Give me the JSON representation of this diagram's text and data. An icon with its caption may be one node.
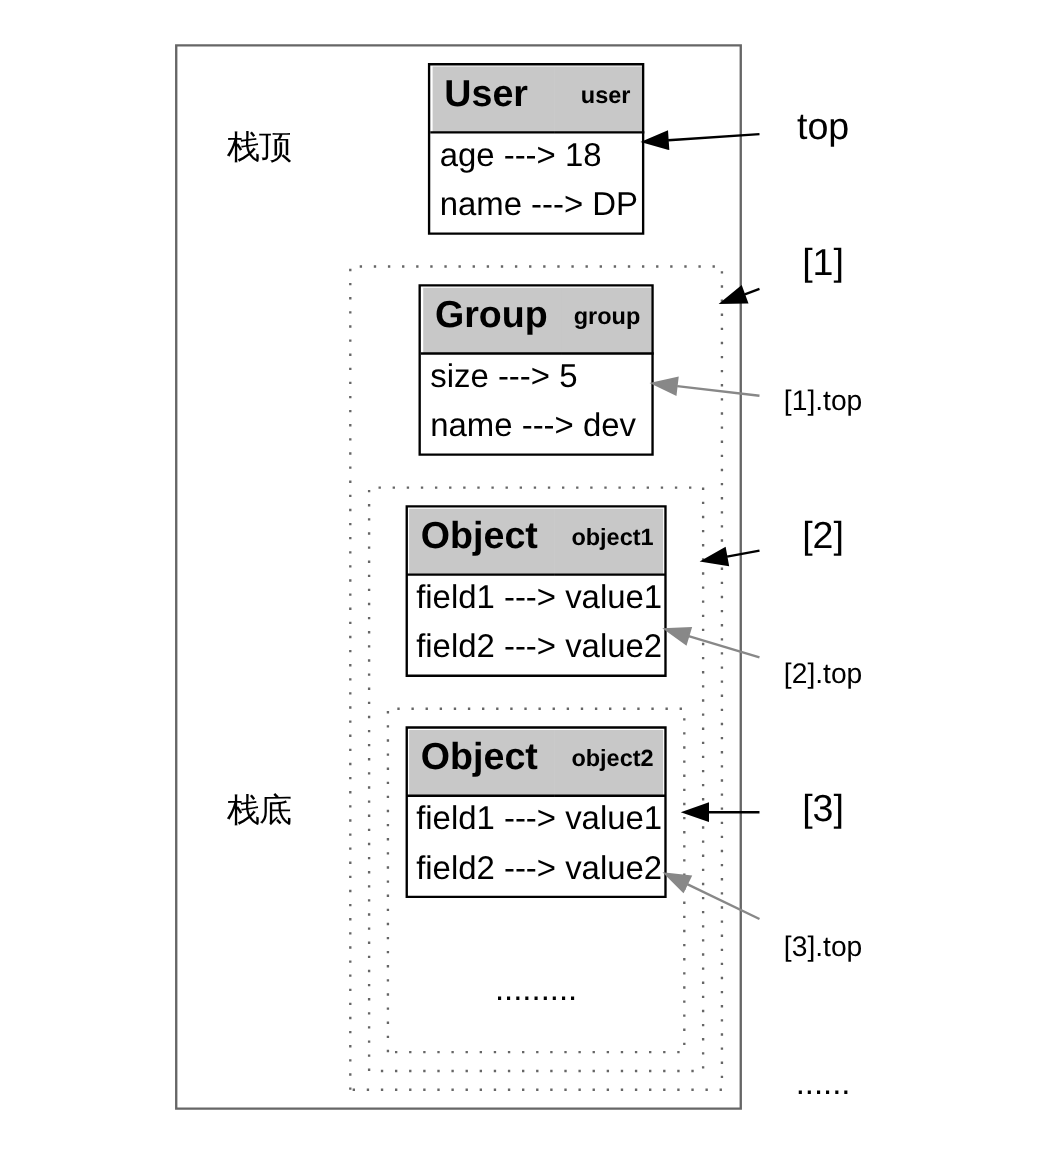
{
  "diagram": {
    "nodes": [
      {
        "text": [],
        "shape": "box"
      },
      {
        "text": [
          "User",
          "user",
          "age ---> 18",
          "name ---> DP"
        ],
        "in": 0
      },
      {
        "text": [],
        "shape": "box",
        "in": 0
      },
      {
        "text": [
          "Group",
          "group",
          "size ---> 5",
          "name ---> dev"
        ],
        "in": 2
      },
      {
        "text": [],
        "shape": "box",
        "in": 2
      },
      {
        "text": [
          "Object",
          "object1",
          "field1 ---> value1",
          "field2 ---> value2"
        ],
        "in": 4
      },
      {
        "text": [],
        "shape": "box",
        "in": 4
      },
      {
        "text": [
          "Object",
          "object2",
          "field1 ---> value1",
          "field2 ---> value2"
        ],
        "in": 6
      },
      {
        "text": [
          "top"
        ]
      },
      {
        "text": [
          "[1]"
        ]
      },
      {
        "text": [
          "[1].top"
        ]
      },
      {
        "text": [
          "[2]"
        ]
      },
      {
        "text": [
          "[2].top"
        ]
      },
      {
        "text": [
          "[3]"
        ]
      },
      {
        "text": [
          "[3].top"
        ]
      }
    ],
    "edges": [
      {
        "from": 8,
        "to": 1,
        "arrow": "to"
      },
      {
        "from": 9,
        "to": 2,
        "arrow": "to"
      },
      {
        "from": 10,
        "to": 3,
        "arrow": "to",
        "color": "#888888"
      },
      {
        "from": 11,
        "to": 4,
        "arrow": "to"
      },
      {
        "from": 12,
        "to": 5,
        "arrow": "to",
        "color": "#888888"
      },
      {
        "from": 13,
        "to": 6,
        "arrow": "to"
      },
      {
        "from": 14,
        "to": 7,
        "arrow": "to",
        "color": "#888888"
      }
    ],
    "labels": [
      "栈顶",
      "栈底",
      ".........",
      "......"
    ]
  }
}
